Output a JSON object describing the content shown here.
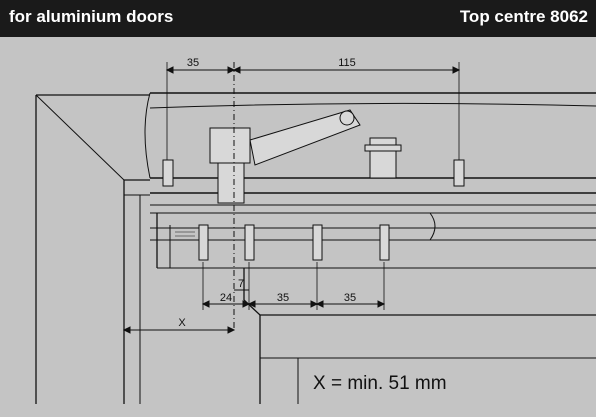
{
  "header": {
    "left_title": "for aluminium doors",
    "right_title": "Top centre 8062"
  },
  "dimensions": {
    "top_a": "35",
    "top_b": "115",
    "bottom_7": "7",
    "bottom_24": "24",
    "bottom_35a": "35",
    "bottom_35b": "35",
    "x_label": "X"
  },
  "note": "X = min. 51 mm",
  "colors": {
    "header_bg": "#1a1a1a",
    "header_text": "#ffffff",
    "drawing_bg": "#c4c4c4",
    "line": "#111111"
  }
}
